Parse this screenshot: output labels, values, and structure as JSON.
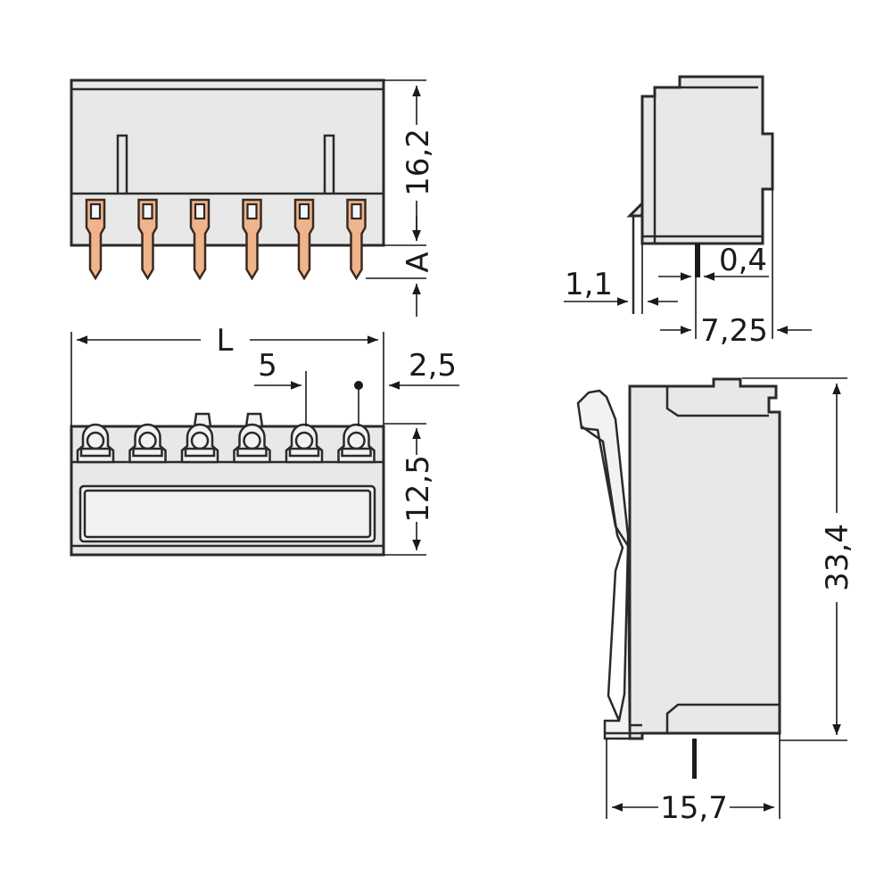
{
  "dimensions": {
    "height_top": "16,2",
    "pin_length": "A",
    "length": "L",
    "pitch": "5",
    "edge_offset": "2,5",
    "front_height": "12,5",
    "wall_thickness": "1,1",
    "pin_thickness": "0,4",
    "pin_offset": "7,25",
    "total_height": "33,4",
    "total_depth": "15,7"
  },
  "colors": {
    "body": "#e8e8e8",
    "pin": "#f0b48c",
    "outline": "#2a2a2a"
  },
  "pin_count": 6
}
